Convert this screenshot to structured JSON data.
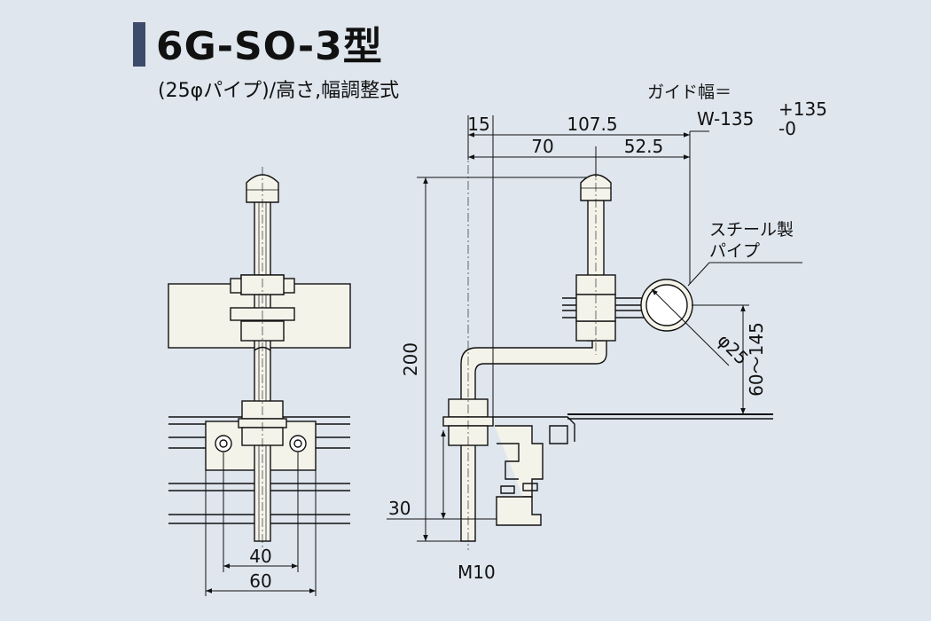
{
  "title": "6G-SO-3型",
  "subtitle": "(25φパイプ)/高さ,幅調整式",
  "dimensions": {
    "guide_width_label": "ガイド幅＝",
    "guide_width_formula": "W-135",
    "tol_plus": "+135",
    "tol_minus": "-0",
    "d15": "15",
    "d107_5": "107.5",
    "d70": "70",
    "d52_5": "52.5",
    "d200": "200",
    "d30": "30",
    "bolt": "M10",
    "d60_145": "60～145",
    "pipe_dia": "φ25",
    "d40": "40",
    "d60": "60"
  },
  "notes": {
    "steel_pipe_line1": "スチール製",
    "steel_pipe_line2": "パイプ"
  }
}
